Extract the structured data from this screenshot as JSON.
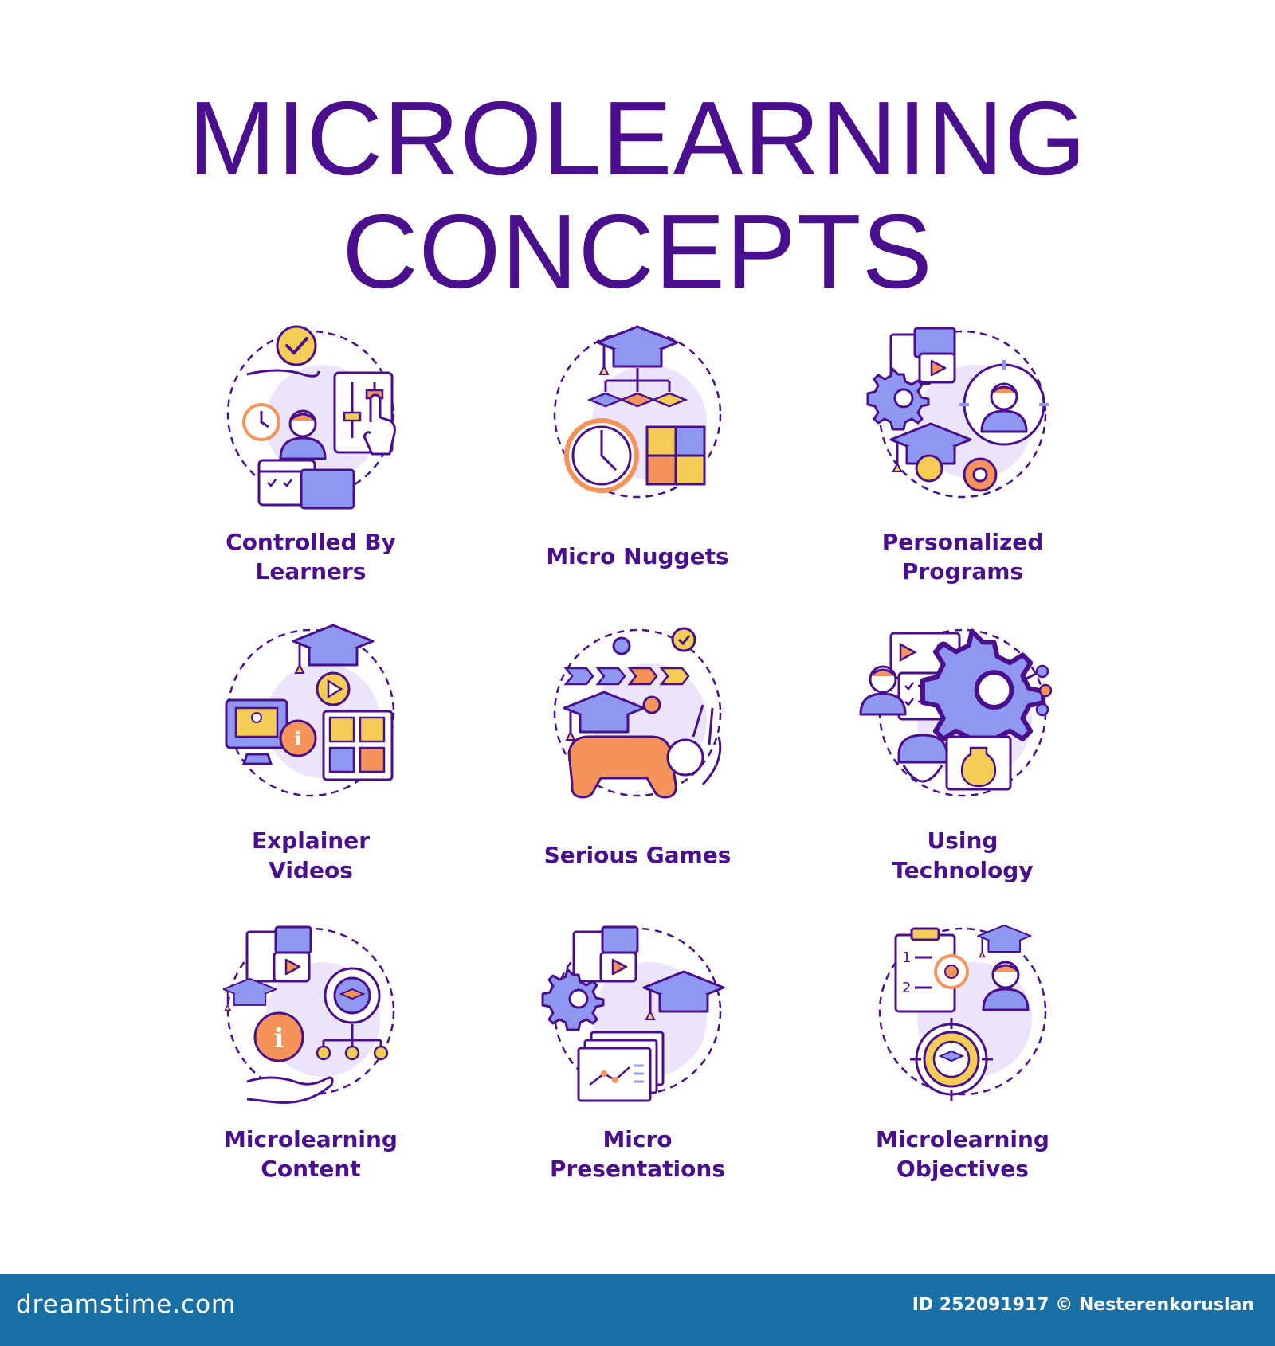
{
  "title": {
    "line1": "MICROLEARNING",
    "line2": "CONCEPTS"
  },
  "colors": {
    "text": "#4a0f8c",
    "purple": "#4a0f8c",
    "blue": "#8f97f0",
    "orange": "#f4935a",
    "yellow": "#f4cd56",
    "lavender": "#ece4fb",
    "footer": "#1a6fa4"
  },
  "concepts": [
    {
      "line1": "Controlled By",
      "line2": "Learners",
      "icon": "learner-control-icon"
    },
    {
      "line1": "Micro Nuggets",
      "line2": "",
      "icon": "micro-nuggets-icon"
    },
    {
      "line1": "Personalized",
      "line2": "Programs",
      "icon": "personalized-programs-icon"
    },
    {
      "line1": "Explainer",
      "line2": "Videos",
      "icon": "explainer-videos-icon"
    },
    {
      "line1": "Serious Games",
      "line2": "",
      "icon": "serious-games-icon"
    },
    {
      "line1": "Using",
      "line2": "Technology",
      "icon": "using-technology-icon"
    },
    {
      "line1": "Microlearning",
      "line2": "Content",
      "icon": "microlearning-content-icon"
    },
    {
      "line1": "Micro",
      "line2": "Presentations",
      "icon": "micro-presentations-icon"
    },
    {
      "line1": "Microlearning",
      "line2": "Objectives",
      "icon": "microlearning-objectives-icon"
    }
  ],
  "footer": {
    "brand": "dreamstime.com",
    "credit": "ID 252091917 © Nesterenkoruslan"
  }
}
